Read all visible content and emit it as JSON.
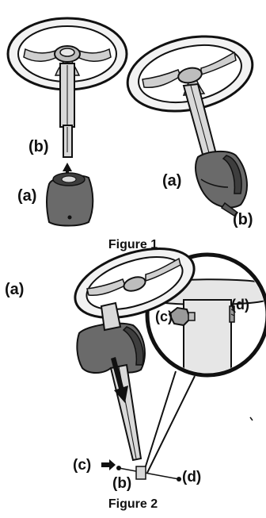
{
  "figure1": {
    "caption": "Figure 1",
    "label_b_left": "(b)",
    "label_a_left": "(a)",
    "label_a_right": "(a)",
    "label_b_right": "(b)"
  },
  "figure2": {
    "caption": "Figure 2",
    "label_a": "(a)",
    "label_c_zoom": "(c)",
    "label_d_zoom": "(d)",
    "label_c_bottom": "(c)",
    "label_b_bottom": "(b)",
    "label_d_bottom": "(d)"
  },
  "colors": {
    "ink": "#111111",
    "wheel_fill": "#f2f2f2",
    "base_dark": "#5a5a5a",
    "base_mid": "#7a7a7a",
    "shaft": "#d9d9d9",
    "zoom_fill": "#e6e6e6"
  }
}
